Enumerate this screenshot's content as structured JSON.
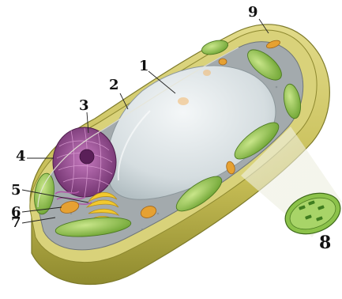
{
  "labels": [
    {
      "id": "1",
      "text": "1"
    },
    {
      "id": "2",
      "text": "2"
    },
    {
      "id": "3",
      "text": "3"
    },
    {
      "id": "4",
      "text": "4"
    },
    {
      "id": "5",
      "text": "5"
    },
    {
      "id": "6",
      "text": "6"
    },
    {
      "id": "7",
      "text": "7"
    },
    {
      "id": "8",
      "text": "8"
    },
    {
      "id": "9",
      "text": "9"
    }
  ],
  "colors": {
    "cell_wall": "#c9c25a",
    "cytoplasm": "#9aa3a6",
    "vacuole": "#dfe6e8",
    "chloroplast": "#8fc24a",
    "nucleus": "#8e4a8a",
    "golgi": "#f0c630",
    "mitochondria": "#e29a2a"
  }
}
